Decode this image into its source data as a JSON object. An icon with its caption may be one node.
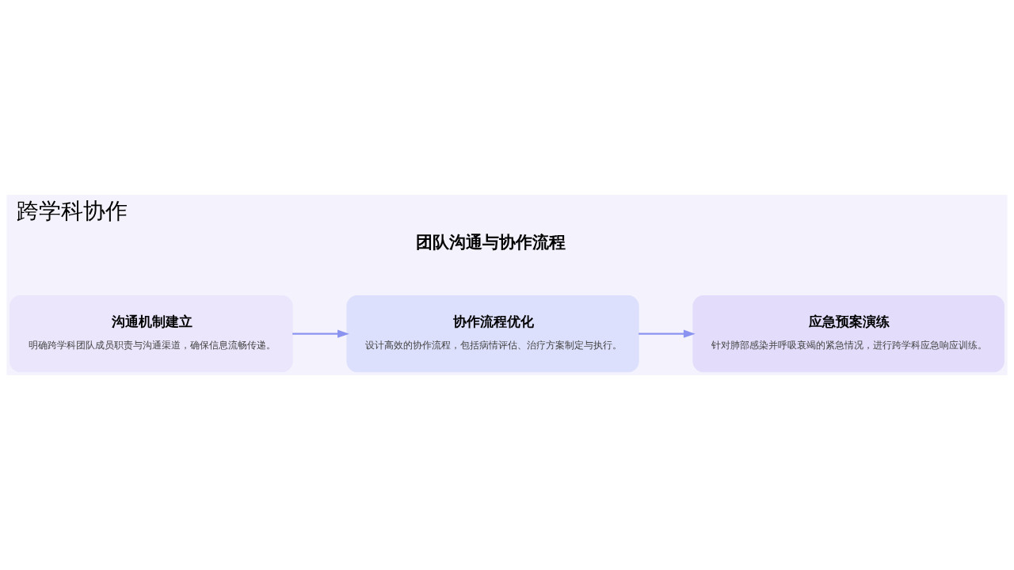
{
  "diagram": {
    "title": "跨学科协作",
    "nodes": [
      {
        "text": [
          "沟通机制建立",
          "明确跨学科团队成员职责与沟通渠道，确保信息流畅传递。"
        ]
      },
      {
        "text": [
          "协作流程优化",
          "设计高效的协作流程，包括病情评估、治疗方案制定与执行。"
        ]
      },
      {
        "text": [
          "应急预案演练",
          "针对肺部感染并呼吸衰竭的紧急情况，进行跨学科应急响应训练。"
        ]
      }
    ],
    "edges": [
      {
        "from": 0,
        "to": 1,
        "arrow": "to"
      },
      {
        "from": 1,
        "to": 2,
        "arrow": "to"
      }
    ],
    "labels": [
      "团队沟通与协作流程"
    ]
  }
}
